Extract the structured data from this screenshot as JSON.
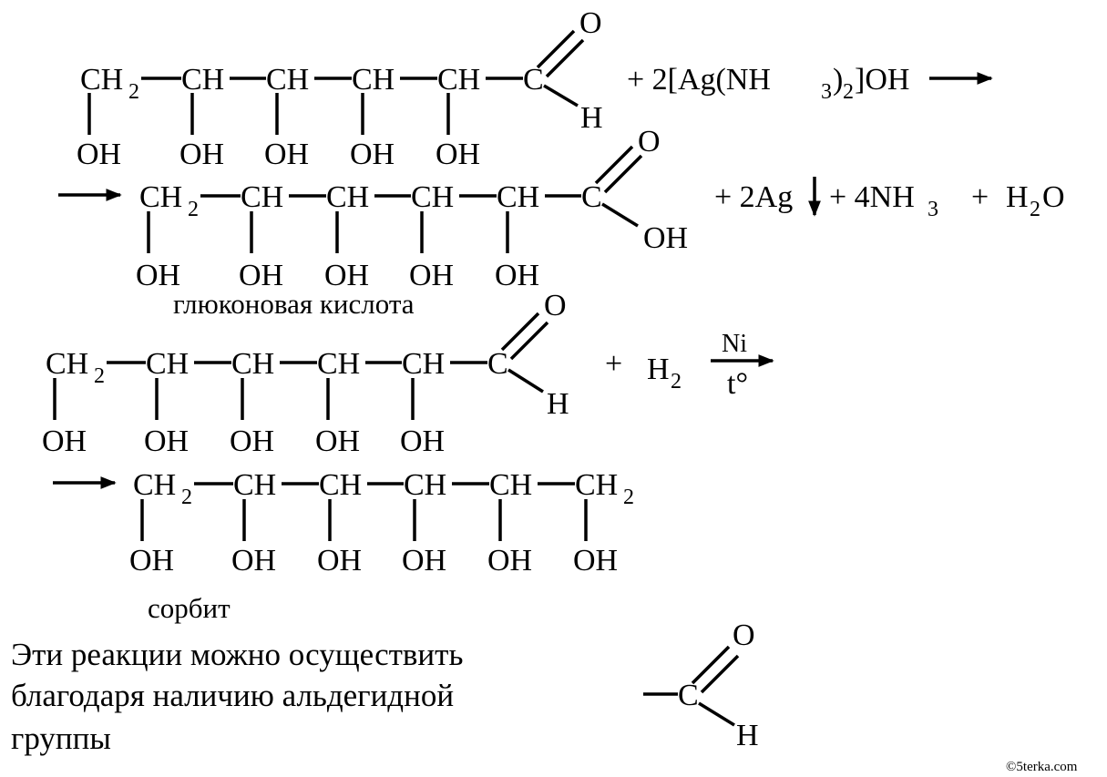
{
  "formulas": {
    "ch2": "CH",
    "ch": "CH",
    "c": "C",
    "oh": "OH",
    "o": "O",
    "h": "H",
    "sub2": "2",
    "sub3": "3"
  },
  "reaction1": {
    "reagent_coeff": "+  2[Ag(NH",
    "reagent_mid": ")",
    "reagent_end": "]OH"
  },
  "reaction1_products": {
    "silver": "+ 2Ag",
    "ammonia": "+ 4NH",
    "water_plus": "+",
    "water_h": "H",
    "water_o": "O"
  },
  "gluconic_acid_label": "глюконовая кислота",
  "reaction2": {
    "plus": "+",
    "hydrogen": "H",
    "catalyst": "Ni",
    "condition": "t°"
  },
  "sorbitol_label": "сорбит",
  "conclusion": {
    "line1": "Эти реакции можно осуществить",
    "line2": "благодаря наличию альдегидной",
    "line3": "группы"
  },
  "watermark": "©5terka.com"
}
